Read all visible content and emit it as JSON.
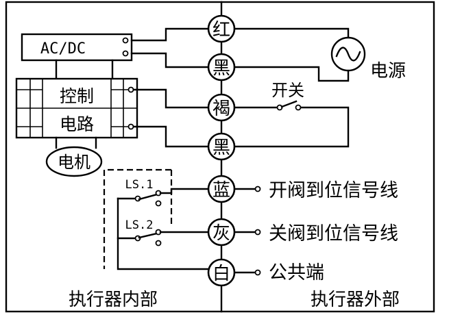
{
  "blocks": {
    "acdc": "AC/DC",
    "control_top": "控制",
    "control_bottom": "电路",
    "motor": "电机"
  },
  "terminals": [
    {
      "key": "red",
      "label": "红"
    },
    {
      "key": "black1",
      "label": "黑"
    },
    {
      "key": "brown",
      "label": "褐"
    },
    {
      "key": "black2",
      "label": "黑"
    },
    {
      "key": "blue",
      "label": "蓝"
    },
    {
      "key": "gray",
      "label": "灰"
    },
    {
      "key": "white",
      "label": "白"
    }
  ],
  "labels": {
    "power": "电源",
    "switch": "开关",
    "ls1": "LS.1",
    "ls2": "LS.2",
    "open_signal": "开阀到位信号线",
    "close_signal": "关阀到位信号线",
    "common": "公共端",
    "inside": "执行器内部",
    "outside": "执行器外部"
  }
}
